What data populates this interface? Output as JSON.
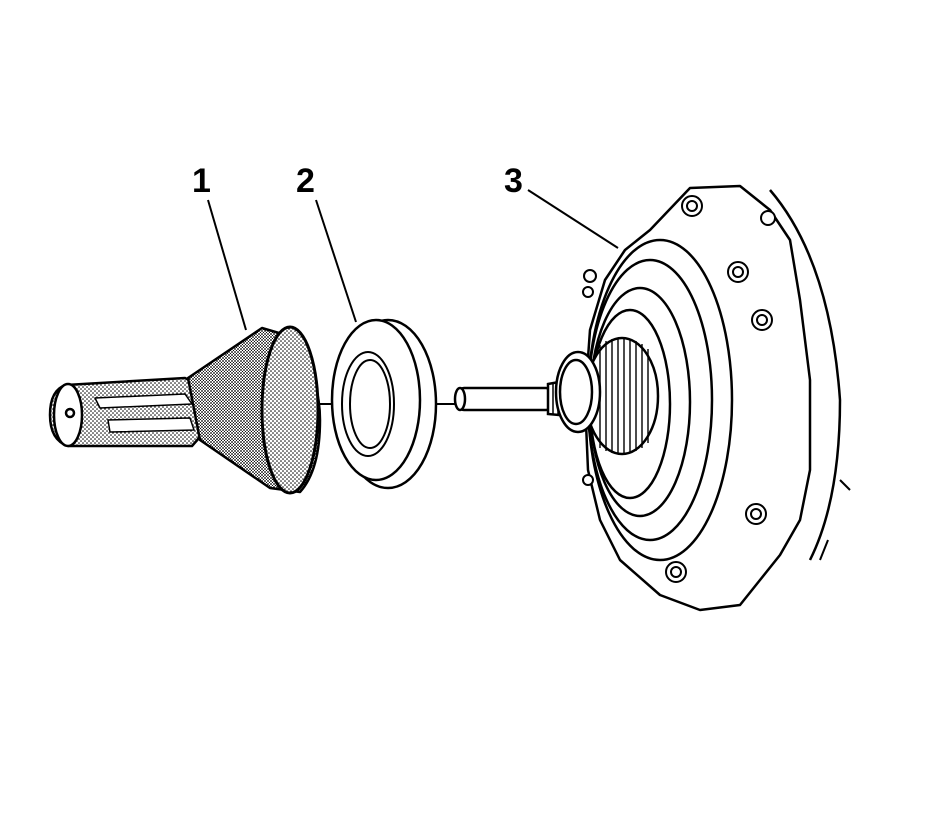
{
  "callouts": [
    {
      "label": "1"
    },
    {
      "label": "2"
    },
    {
      "label": "3"
    }
  ],
  "colors": {
    "line": "#000000",
    "background": "#ffffff",
    "stipple": "#000000"
  },
  "icons": [
    "installer-tool-icon",
    "seal-ring-icon",
    "pump-housing-icon"
  ]
}
